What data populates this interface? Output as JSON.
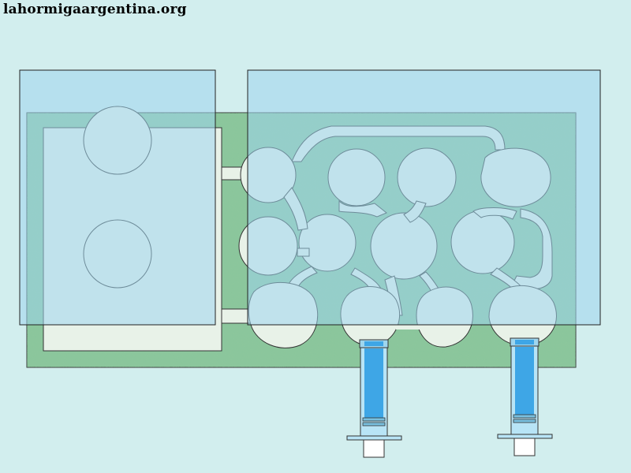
{
  "header": {
    "site_title": "lahormigaargentina.org"
  },
  "colors": {
    "background": "#d2eeee",
    "sand": "#e8f2e8",
    "green_base": "#8cc79b",
    "glass_overlay": "#a8dcf0",
    "outline": "#333333",
    "syringe_body": "#3ea6e6",
    "syringe_light": "#b8e4f6"
  },
  "diagram": {
    "description_icons": [
      "ant-nest-plate",
      "glass-cover-left",
      "glass-cover-right",
      "syringe-left",
      "syringe-right"
    ]
  }
}
